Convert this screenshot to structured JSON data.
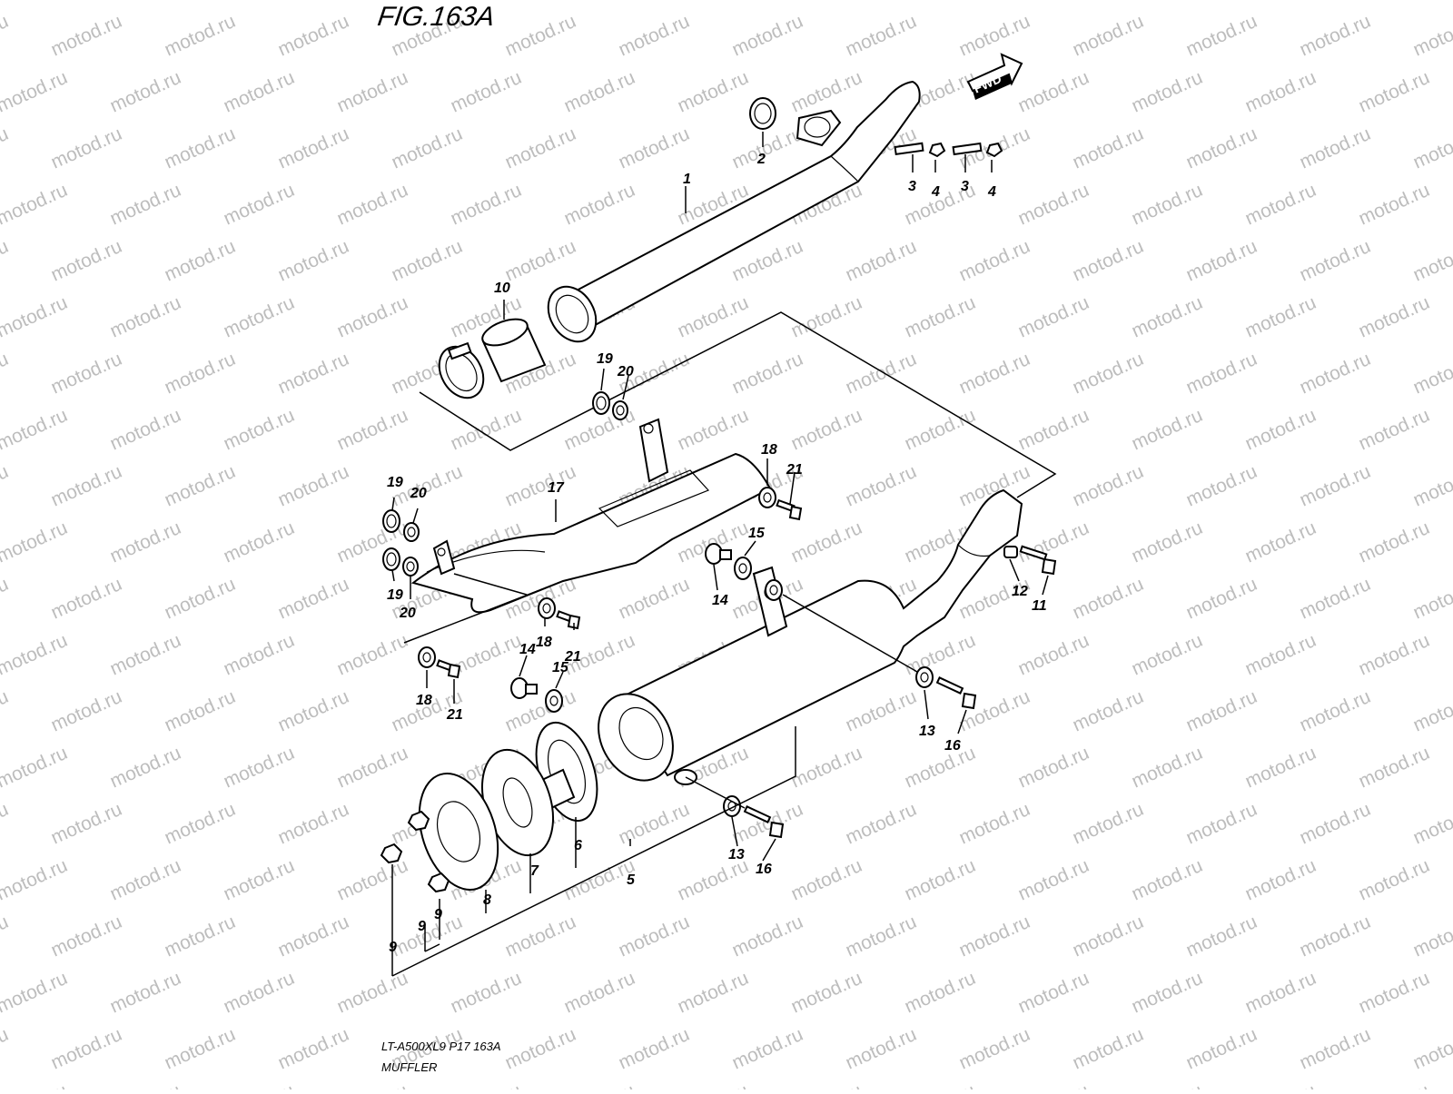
{
  "figure": {
    "title": "FIG.163A",
    "model_code": "LT-A500XL9  P17  163A",
    "section_name": "MUFFLER",
    "direction_label": "FWD",
    "watermark_text": "motod.ru"
  },
  "callouts": {
    "c1": "1",
    "c2": "2",
    "c3a": "3",
    "c3b": "3",
    "c4a": "4",
    "c4b": "4",
    "c5": "5",
    "c6": "6",
    "c7": "7",
    "c8": "8",
    "c9a": "9",
    "c9b": "9",
    "c9c": "9",
    "c10": "10",
    "c11": "11",
    "c12": "12",
    "c13a": "13",
    "c13b": "13",
    "c14a": "14",
    "c14b": "14",
    "c15a": "15",
    "c15b": "15",
    "c16a": "16",
    "c16b": "16",
    "c17": "17",
    "c18a": "18",
    "c18b": "18",
    "c18c": "18",
    "c19a": "19",
    "c19b": "19",
    "c19c": "19",
    "c20a": "20",
    "c20b": "20",
    "c20c": "20",
    "c21a": "21",
    "c21b": "21",
    "c21c": "21"
  },
  "colors": {
    "line": "#000000",
    "watermark": "#bdbdbd",
    "background": "#ffffff"
  }
}
